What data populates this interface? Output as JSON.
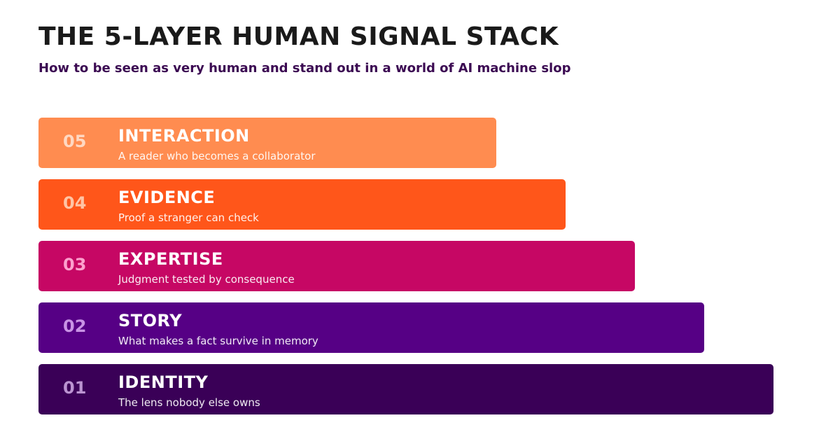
{
  "header": {
    "title": "THE 5-LAYER HUMAN SIGNAL STACK",
    "subtitle": "How to be seen as very human and stand out in a world of AI machine slop"
  },
  "layers": [
    {
      "number": "05",
      "name": "INTERACTION",
      "description": "A reader who becomes a collaborator",
      "color": "#ff8c50"
    },
    {
      "number": "04",
      "name": "EVIDENCE",
      "description": "Proof a stranger can check",
      "color": "#ff561a"
    },
    {
      "number": "03",
      "name": "EXPERTISE",
      "description": "Judgment tested by consequence",
      "color": "#c60764"
    },
    {
      "number": "02",
      "name": "STORY",
      "description": "What makes a fact survive in memory",
      "color": "#560085"
    },
    {
      "number": "01",
      "name": "IDENTITY",
      "description": "The lens nobody else owns",
      "color": "#3a0057"
    }
  ]
}
